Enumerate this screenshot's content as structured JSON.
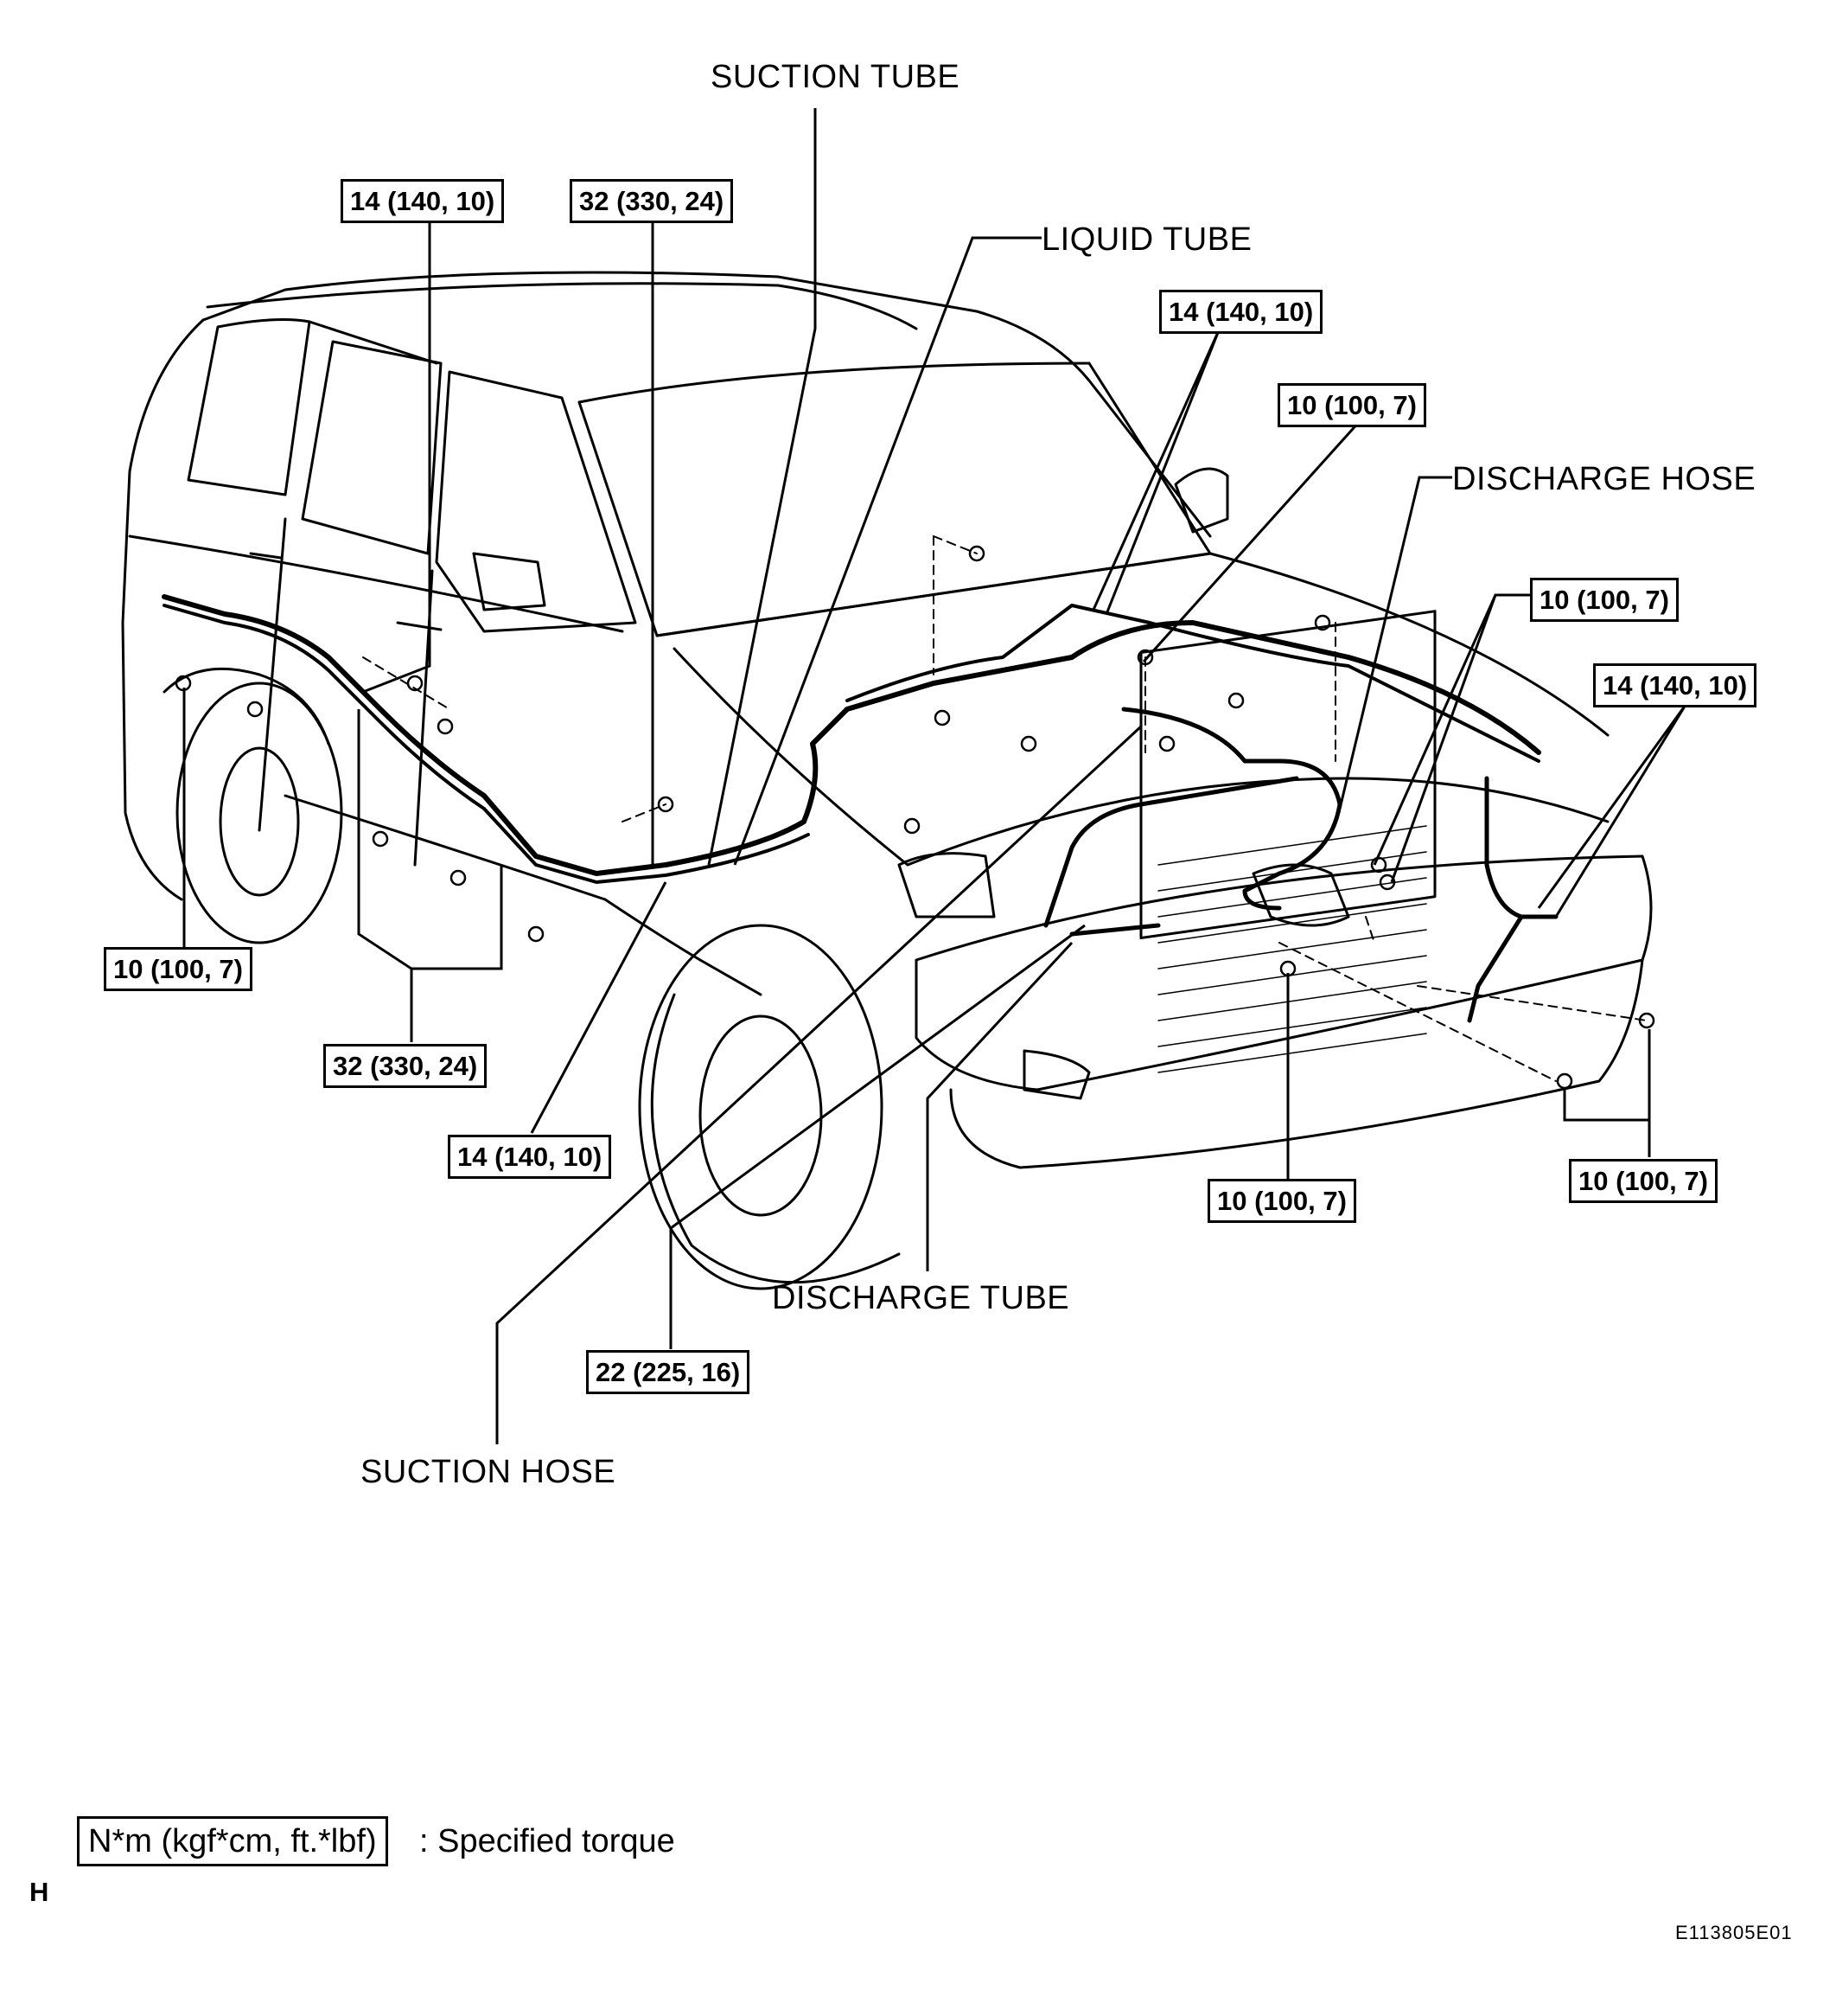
{
  "labels": {
    "suction_tube": "SUCTION TUBE",
    "liquid_tube": "LIQUID TUBE",
    "discharge_hose": "DISCHARGE HOSE",
    "discharge_tube": "DISCHARGE TUBE",
    "suction_hose": "SUCTION HOSE"
  },
  "torques": {
    "t1": "14 (140, 10)",
    "t2": "32 (330, 24)",
    "t3": "14 (140, 10)",
    "t4": "10 (100, 7)",
    "t5": "10 (100, 7)",
    "t6": "14 (140, 10)",
    "t7": "10 (100, 7)",
    "t8": "32 (330, 24)",
    "t9": "14 (140, 10)",
    "t10": "10 (100, 7)",
    "t11": "10 (100, 7)",
    "t12": "22 (225, 16)"
  },
  "legend": {
    "unit": "N*m (kgf*cm, ft.*lbf)",
    "desc": ": Specified torque"
  },
  "footer": {
    "corner": "H",
    "code": "E113805E01"
  }
}
